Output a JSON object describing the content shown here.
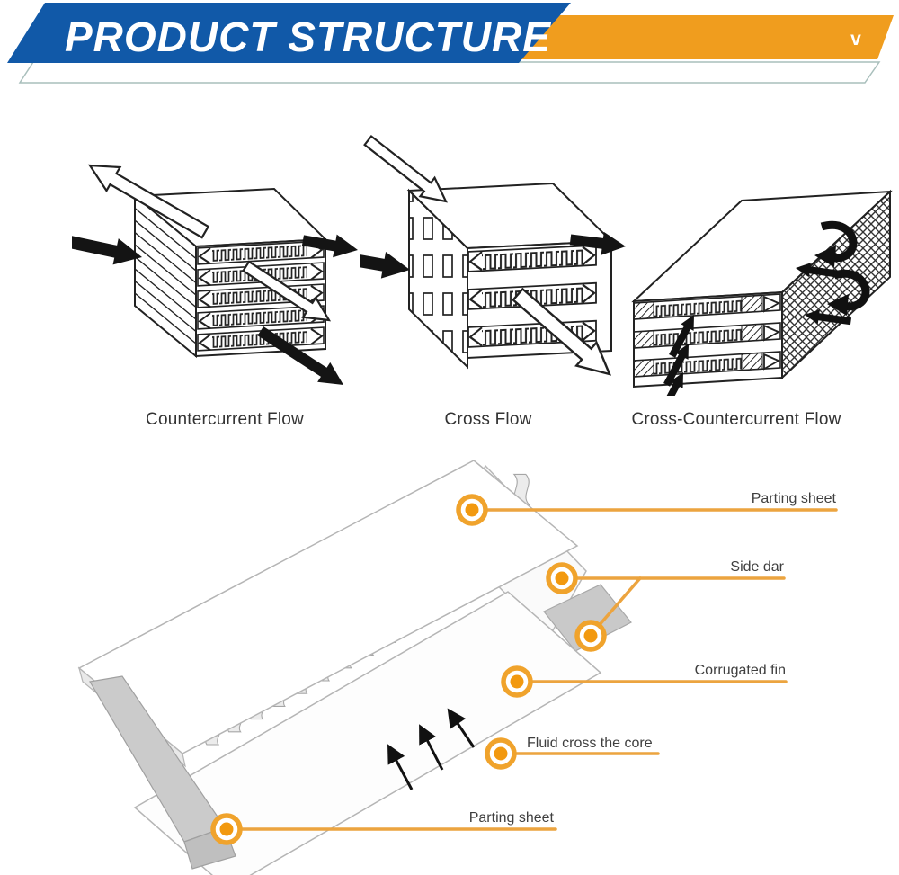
{
  "banner": {
    "title": "PRODUCT STRUCTURE",
    "chevron": "v"
  },
  "colors": {
    "banner_blue": "#1159A8",
    "banner_orange": "#F09D1E",
    "callout_orange": "#ECA43F",
    "marker_ring": "#F0A32C",
    "marker_dot": "#F2990F",
    "caption_text": "#333333",
    "label_text": "#3F3F3F",
    "line_drawing": "#222222"
  },
  "flow_diagrams": {
    "items": [
      {
        "id": "countercurrent",
        "caption": "Countercurrent Flow"
      },
      {
        "id": "cross",
        "caption": "Cross Flow"
      },
      {
        "id": "cross-countercurrent",
        "caption": "Cross-Countercurrent Flow"
      }
    ]
  },
  "structure_diagram": {
    "labels": [
      {
        "id": "parting-sheet-top",
        "text": "Parting sheet"
      },
      {
        "id": "side-bar",
        "text": "Side dar"
      },
      {
        "id": "corrugated-fin",
        "text": "Corrugated fin"
      },
      {
        "id": "fluid-cross-core",
        "text": "Fluid cross the core"
      },
      {
        "id": "parting-sheet-bottom",
        "text": "Parting sheet"
      }
    ]
  }
}
